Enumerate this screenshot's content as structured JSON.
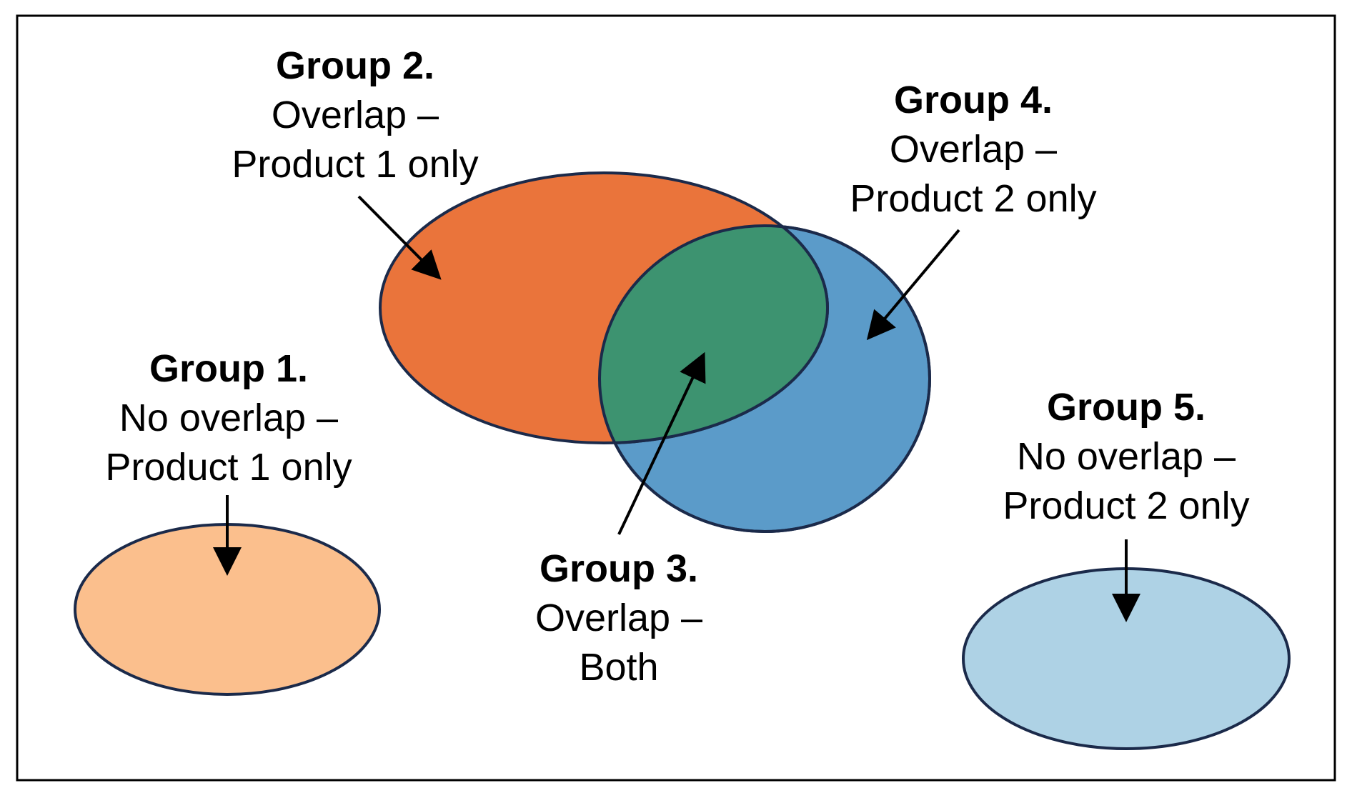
{
  "colors": {
    "group1_fill": "#fbbf8d",
    "group2_fill": "#ea743b",
    "group3_fill": "#3d9370",
    "group4_fill": "#5b9bc9",
    "group5_fill": "#aed2e5",
    "outline": "#1b2a4a",
    "frame": "#000000",
    "arrow": "#000000"
  },
  "groups": [
    {
      "id": "group1",
      "title": "Group 1.",
      "lines": [
        "No overlap –",
        "Product 1 only"
      ]
    },
    {
      "id": "group2",
      "title": "Group 2.",
      "lines": [
        "Overlap –",
        "Product 1 only"
      ]
    },
    {
      "id": "group3",
      "title": "Group 3.",
      "lines": [
        "Overlap –",
        "Both"
      ]
    },
    {
      "id": "group4",
      "title": "Group 4.",
      "lines": [
        "Overlap –",
        "Product 2 only"
      ]
    },
    {
      "id": "group5",
      "title": "Group 5.",
      "lines": [
        "No overlap –",
        "Product 2 only"
      ]
    }
  ]
}
